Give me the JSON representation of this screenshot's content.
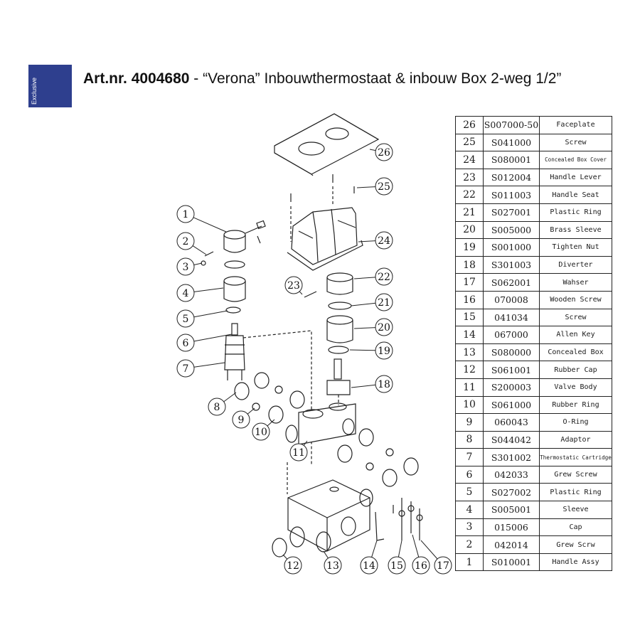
{
  "header": {
    "logo_text": "Exclusive",
    "title_prefix": "Art.nr.",
    "article_number": "4004680",
    "title_rest": "- “Verona” Inbouwthermostaat & inbouw Box 2-weg 1/2”"
  },
  "brand_color": "#2e3f8e",
  "callouts": [
    "1",
    "2",
    "3",
    "4",
    "5",
    "6",
    "7",
    "8",
    "9",
    "10",
    "11",
    "12",
    "13",
    "14",
    "15",
    "16",
    "17",
    "18",
    "19",
    "20",
    "21",
    "22",
    "23",
    "24",
    "25",
    "26"
  ],
  "parts": [
    {
      "no": "26",
      "code": "S007000-50",
      "desc": "Faceplate"
    },
    {
      "no": "25",
      "code": "S041000",
      "desc": "Screw"
    },
    {
      "no": "24",
      "code": "S080001",
      "desc": "Concealed Box Cover"
    },
    {
      "no": "23",
      "code": "S012004",
      "desc": "Handle Lever"
    },
    {
      "no": "22",
      "code": "S011003",
      "desc": "Handle Seat"
    },
    {
      "no": "21",
      "code": "S027001",
      "desc": "Plastic Ring"
    },
    {
      "no": "20",
      "code": "S005000",
      "desc": "Brass Sleeve"
    },
    {
      "no": "19",
      "code": "S001000",
      "desc": "Tighten Nut"
    },
    {
      "no": "18",
      "code": "S301003",
      "desc": "Diverter"
    },
    {
      "no": "17",
      "code": "S062001",
      "desc": "Wahser"
    },
    {
      "no": "16",
      "code": "070008",
      "desc": "Wooden Screw"
    },
    {
      "no": "15",
      "code": "041034",
      "desc": "Screw"
    },
    {
      "no": "14",
      "code": "067000",
      "desc": "Allen Key"
    },
    {
      "no": "13",
      "code": "S080000",
      "desc": "Concealed Box"
    },
    {
      "no": "12",
      "code": "S061001",
      "desc": "Rubber Cap"
    },
    {
      "no": "11",
      "code": "S200003",
      "desc": "Valve Body"
    },
    {
      "no": "10",
      "code": "S061000",
      "desc": "Rubber Ring"
    },
    {
      "no": "9",
      "code": "060043",
      "desc": "O-Ring"
    },
    {
      "no": "8",
      "code": "S044042",
      "desc": "Adaptor"
    },
    {
      "no": "7",
      "code": "S301002",
      "desc": "Thermostatic Cartridge"
    },
    {
      "no": "6",
      "code": "042033",
      "desc": "Grew Screw"
    },
    {
      "no": "5",
      "code": "S027002",
      "desc": "Plastic Ring"
    },
    {
      "no": "4",
      "code": "S005001",
      "desc": "Sleeve"
    },
    {
      "no": "3",
      "code": "015006",
      "desc": "Cap"
    },
    {
      "no": "2",
      "code": "042014",
      "desc": "Grew Scrw"
    },
    {
      "no": "1",
      "code": "S010001",
      "desc": "Handle Assy"
    }
  ]
}
